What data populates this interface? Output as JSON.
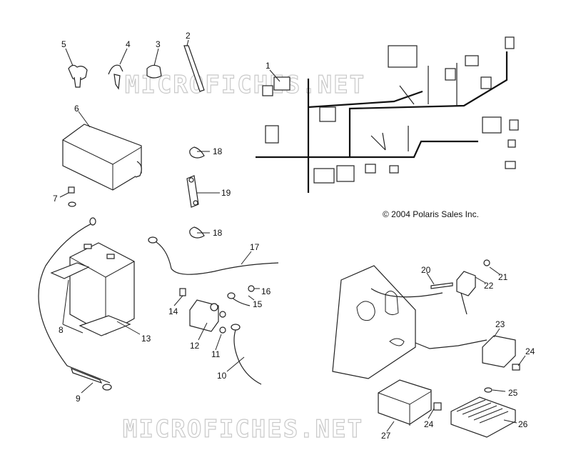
{
  "copyright": "© 2004 Polaris Sales Inc.",
  "watermarks": [
    "MICROFICHES.NET",
    "MICROFICHES.NET"
  ],
  "callouts": [
    "1",
    "2",
    "3",
    "4",
    "5",
    "6",
    "7",
    "8",
    "9",
    "10",
    "11",
    "12",
    "13",
    "14",
    "15",
    "16",
    "17",
    "18",
    "18",
    "19",
    "20",
    "21",
    "22",
    "23",
    "24",
    "24",
    "25",
    "26",
    "27"
  ]
}
